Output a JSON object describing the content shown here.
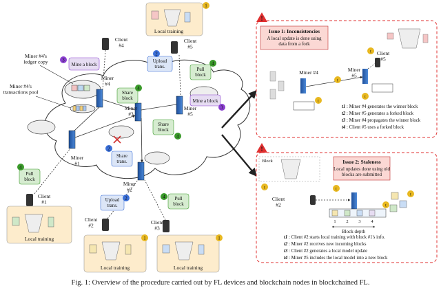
{
  "clients": [
    {
      "id": "client-4",
      "label": "Client\n#4"
    },
    {
      "id": "client-5",
      "label": "Client\n#5"
    },
    {
      "id": "client-1",
      "label": "Client\n#1"
    },
    {
      "id": "client-2",
      "label": "Client\n#2"
    },
    {
      "id": "client-3",
      "label": "Client\n#3"
    }
  ],
  "miners": [
    {
      "id": "miner-4",
      "label": "Miner\n#4"
    },
    {
      "id": "miner-3",
      "label": "Miner\n#3"
    },
    {
      "id": "miner-5",
      "label": "Miner\n#5"
    },
    {
      "id": "miner-1",
      "label": "Miner\n#1"
    },
    {
      "id": "miner-2",
      "label": "Miner\n#2"
    }
  ],
  "annotations": {
    "ledger_copy": "Miner #4's\nledger copy",
    "transactions_pool": "Miner #4's\ntransactions pool"
  },
  "local_training": "Local training",
  "actions": {
    "mine_block": "Mine a block",
    "upload_trans": "Upload\ntrans.",
    "pull_block": "Pull\nblock",
    "share_block": "Share\nblock",
    "share_trans": "Share\ntrans."
  },
  "step_numbers": [
    "1",
    "2",
    "3",
    "4"
  ],
  "panel_inconsistencies": {
    "title": "Issue 1: Inconsistencies",
    "desc": "A local update is done using\ndata from a fork",
    "miner4": "Miner #4",
    "miner5": "Miner\n#5",
    "client5": "Client\n#5",
    "legend": [
      {
        "t": "t1",
        "text": ": Miner #4 generates the winner block"
      },
      {
        "t": "t2",
        "text": ": Miner #5 generates a forked block"
      },
      {
        "t": "t3",
        "text": ": Miner #4 propagates the winner block"
      },
      {
        "t": "t4",
        "text": ": Client #5 uses a forked block"
      }
    ]
  },
  "panel_staleness": {
    "title": "Issue 2: Staleness",
    "desc": "Local updates done using old\nblocks are submitted",
    "block_label": "Block",
    "client2": "Client\n#2",
    "block_depth": "Block depth",
    "depth_nums": [
      "1",
      "2",
      "3",
      "4"
    ],
    "legend": [
      {
        "t": "t1",
        "text": ": Client #2 starts local training with block #1's info."
      },
      {
        "t": "t2",
        "text": ": Miner #2 receives new incoming blocks"
      },
      {
        "t": "t3",
        "text": ": Client #2 generates a local model update"
      },
      {
        "t": "t4",
        "text": ": Miner #5 includes the local model into a new block"
      }
    ]
  },
  "caption": "Fig. 1: Overview of the procedure carried out by FL devices and blockchain nodes in blockchained FL.",
  "colors": {
    "step1": "#e8b820",
    "step2": "#3a6fd8",
    "step3": "#8a3fd0",
    "step4": "#3a9a2a",
    "warning": "#e03030",
    "panel_border": "#e03030",
    "local_training_bg": "#fdeccc",
    "pull_block_bg": "#d6ecd0",
    "upload_bg": "#dce6f7",
    "mine_bg": "#e6dcf2",
    "issue_box_bg": "#fbd8d4"
  }
}
